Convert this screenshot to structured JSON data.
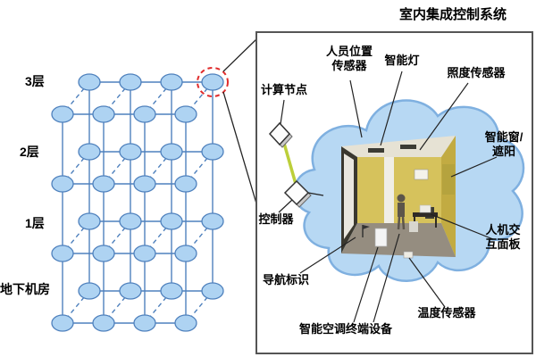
{
  "title": "室内集成控制系统",
  "floors": [
    {
      "label": "3层"
    },
    {
      "label": "2层"
    },
    {
      "label": "1层"
    },
    {
      "label": "地下机房"
    }
  ],
  "panel": {
    "labels": {
      "compute_node": "计算节点",
      "controller": "控制器",
      "person_sensor": "人员位置\n传感器",
      "smart_light": "智能灯",
      "light_sensor": "照度传感器",
      "smart_window": "智能窗/\n遮阳",
      "hmi_panel": "人机交\n互面板",
      "nav_sign": "导航标识",
      "ac_terminal": "智能空调终端设备",
      "temp_sensor": "温度传感器"
    }
  },
  "colors": {
    "node_fill": "#aed3f2",
    "node_stroke": "#4f81bd",
    "edge": "#4f81bd",
    "highlight_red": "#e02b2b",
    "cloud_fill": "#b7d8f3",
    "cloud_stroke": "#7fb0e0",
    "link_green": "#bccf3a"
  }
}
